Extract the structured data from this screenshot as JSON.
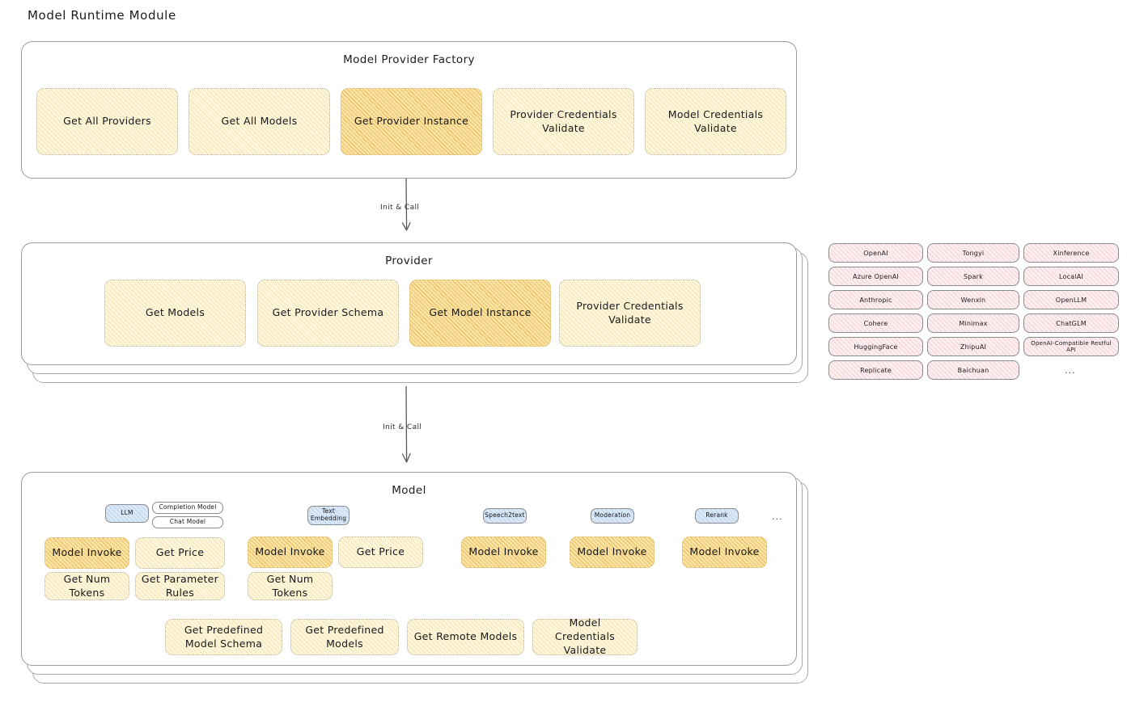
{
  "page": {
    "title": "Model Runtime Module"
  },
  "factory": {
    "title": "Model Provider Factory",
    "boxes": [
      {
        "label": "Get All Providers",
        "highlight": false
      },
      {
        "label": "Get All Models",
        "highlight": false
      },
      {
        "label": "Get Provider Instance",
        "highlight": true
      },
      {
        "label": "Provider Credentials Validate",
        "highlight": false
      },
      {
        "label": "Model Credentials Validate",
        "highlight": false
      }
    ]
  },
  "connector1": {
    "label": "Init & Call"
  },
  "provider": {
    "title": "Provider",
    "boxes": [
      {
        "label": "Get Models",
        "highlight": false
      },
      {
        "label": "Get Provider Schema",
        "highlight": false
      },
      {
        "label": "Get Model Instance",
        "highlight": true
      },
      {
        "label": "Provider Credentials Validate",
        "highlight": false
      }
    ]
  },
  "provider_list": {
    "columns": [
      [
        "OpenAI",
        "Azure OpenAI",
        "Anthropic",
        "Cohere",
        "HuggingFace",
        "Replicate"
      ],
      [
        "Tongyi",
        "Spark",
        "Wenxin",
        "Minimax",
        "ZhipuAI",
        "Baichuan"
      ],
      [
        "Xinference",
        "LocalAI",
        "OpenLLM",
        "ChatGLM",
        "OpenAI-Compatible Restful API"
      ]
    ],
    "more": "..."
  },
  "connector2": {
    "label": "Init & Call"
  },
  "model": {
    "title": "Model",
    "more": "...",
    "types": [
      {
        "tag": "LLM",
        "tag_style": "blue",
        "subtags": [
          "Completion Model",
          "Chat Model"
        ],
        "boxes": [
          {
            "label": "Model Invoke",
            "highlight": true
          },
          {
            "label": "Get Price",
            "highlight": false
          },
          {
            "label": "Get Num Tokens",
            "highlight": false
          },
          {
            "label": "Get Parameter Rules",
            "highlight": false
          }
        ]
      },
      {
        "tag": "Text Embedding",
        "tag_style": "blue",
        "subtags": [],
        "boxes": [
          {
            "label": "Model Invoke",
            "highlight": true
          },
          {
            "label": "Get Price",
            "highlight": false
          },
          {
            "label": "Get Num Tokens",
            "highlight": false
          }
        ]
      },
      {
        "tag": "Speech2text",
        "tag_style": "blue",
        "subtags": [],
        "boxes": [
          {
            "label": "Model Invoke",
            "highlight": true
          }
        ]
      },
      {
        "tag": "Moderation",
        "tag_style": "blue",
        "subtags": [],
        "boxes": [
          {
            "label": "Model Invoke",
            "highlight": true
          }
        ]
      },
      {
        "tag": "Rerank",
        "tag_style": "blue",
        "subtags": [],
        "boxes": [
          {
            "label": "Model Invoke",
            "highlight": true
          }
        ]
      }
    ],
    "common_boxes": [
      {
        "label": "Get Predefined Model Schema"
      },
      {
        "label": "Get Predefined Models"
      },
      {
        "label": "Get Remote Models"
      },
      {
        "label": "Model Credentials Validate"
      }
    ]
  },
  "colors": {
    "box_light": "#fdf6dd",
    "box_strong": "#fbe4a8",
    "tag_pink": "#fdeef0",
    "tag_blue": "#dbe9f7",
    "panel_border": "#9a9a9e"
  }
}
